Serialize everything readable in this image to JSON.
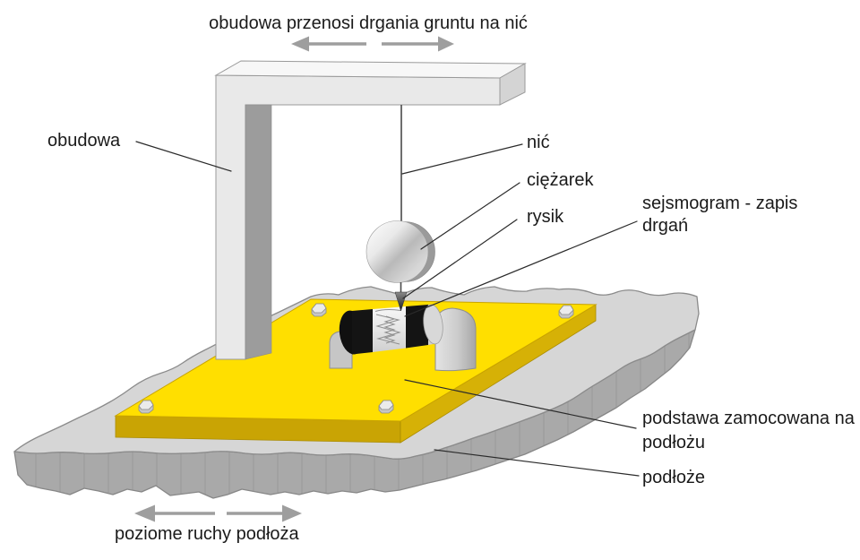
{
  "figure": {
    "top_caption": "obudowa przenosi drgania gruntu na nić",
    "bottom_caption": "poziome ruchy podłoża",
    "labels": {
      "housing": "obudowa",
      "thread": "nić",
      "weight": "ciężarek",
      "stylus": "rysik",
      "seismogram": "sejsmogram - zapis drgań",
      "base": "podstawa zamocowana na podłożu",
      "ground": "podłoże"
    },
    "colors": {
      "base_plate_top": "#ffdf00",
      "base_plate_front": "#c9a404",
      "base_plate_side": "#d6b106",
      "ground_top": "#d6d6d6",
      "ground_side": "#a9a9a9",
      "frame_light": "#e9e9e9",
      "frame_top": "#f7f7f7",
      "frame_side": "#9c9c9c",
      "arrow": "#9e9e9e",
      "drum_black": "#141414",
      "drum_paper": "#efefef",
      "text": "#1a1a1a"
    }
  }
}
